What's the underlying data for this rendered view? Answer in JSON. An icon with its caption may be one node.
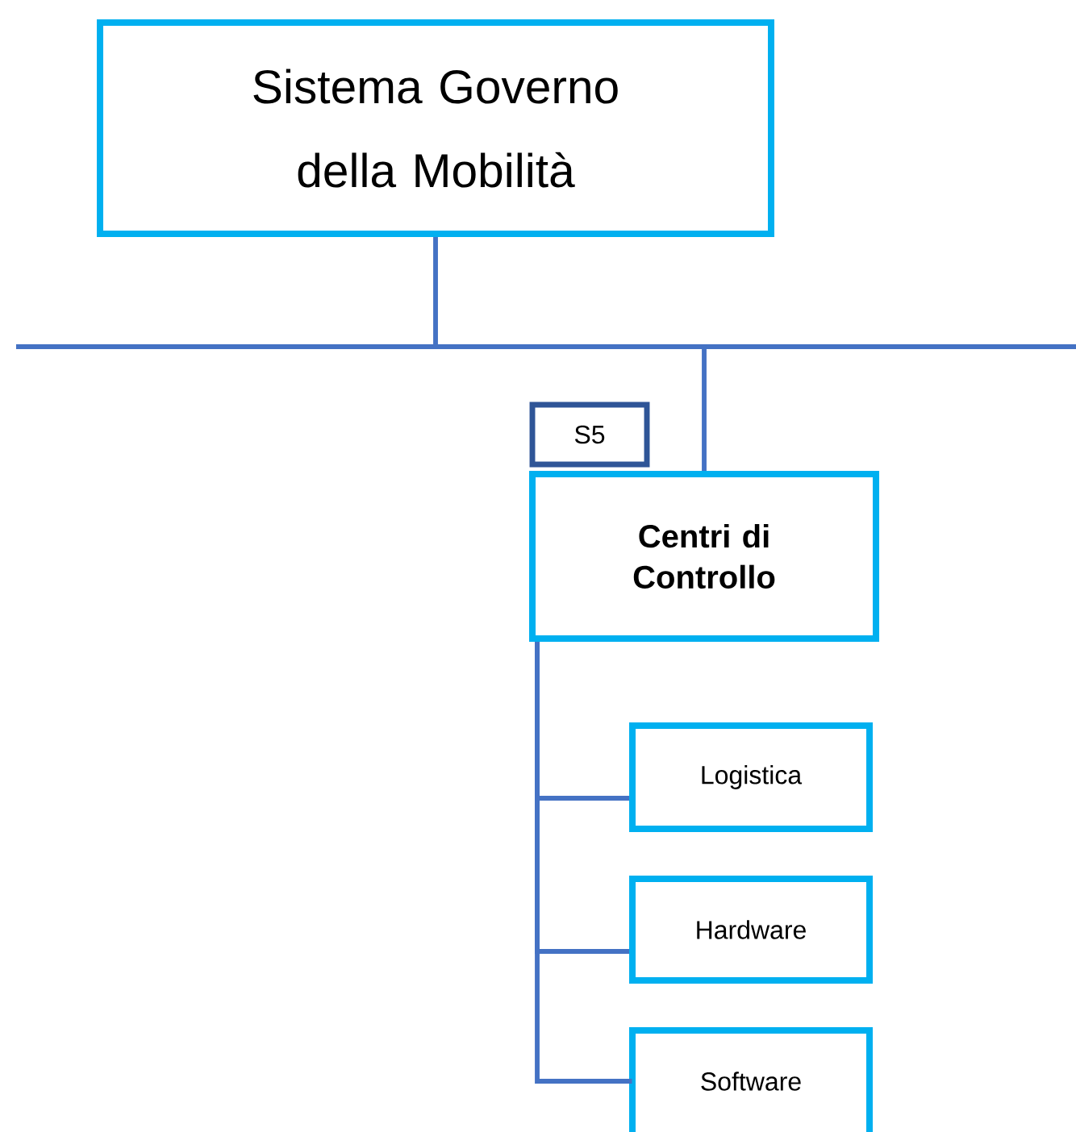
{
  "diagram": {
    "nodes": [
      {
        "text": [
          "Sistema Governo della Mobilità"
        ]
      },
      {
        "text": [
          "S5"
        ]
      },
      {
        "text": [
          "Centri di Controllo"
        ]
      },
      {
        "text": [
          "Logistica"
        ]
      },
      {
        "text": [
          "Hardware"
        ]
      },
      {
        "text": [
          "Software"
        ]
      }
    ],
    "edges": [
      {
        "from": 0,
        "to": 2,
        "arrow": "none"
      },
      {
        "from": 2,
        "to": 3,
        "arrow": "none"
      },
      {
        "from": 2,
        "to": 4,
        "arrow": "none"
      },
      {
        "from": 2,
        "to": 5,
        "arrow": "none"
      }
    ]
  }
}
